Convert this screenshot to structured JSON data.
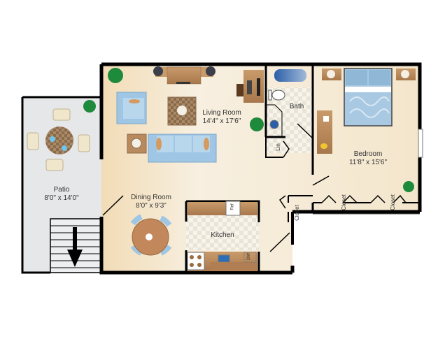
{
  "floorplan": {
    "rooms": [
      {
        "id": "living",
        "name": "Living Room",
        "dimensions": "14'4\" x 17'6\""
      },
      {
        "id": "bedroom",
        "name": "Bedroom",
        "dimensions": "11'8\" x 15'6\""
      },
      {
        "id": "dining",
        "name": "Dining Room",
        "dimensions": "8'0\" x 9'3\""
      },
      {
        "id": "patio",
        "name": "Patio",
        "dimensions": "8'0\" x 14'0\""
      },
      {
        "id": "kitchen",
        "name": "Kitchen",
        "dimensions": ""
      },
      {
        "id": "bath",
        "name": "Bath",
        "dimensions": ""
      }
    ],
    "small_labels": {
      "linen": "Lin",
      "closet_hall": "Closet",
      "closet_bed_1": "Closet",
      "closet_bed_2": "Closet",
      "refrigerator": "Ref",
      "dishwasher": "DW"
    },
    "colors": {
      "wall": "#000000",
      "floor": "#f3e6cc",
      "patio": "#e6e7e9",
      "furniture_wood": "#b98a5e",
      "upholstery_blue": "#9fc6e4",
      "plant_green": "#1e8a3c",
      "tile_light": "#eeeadf"
    }
  }
}
